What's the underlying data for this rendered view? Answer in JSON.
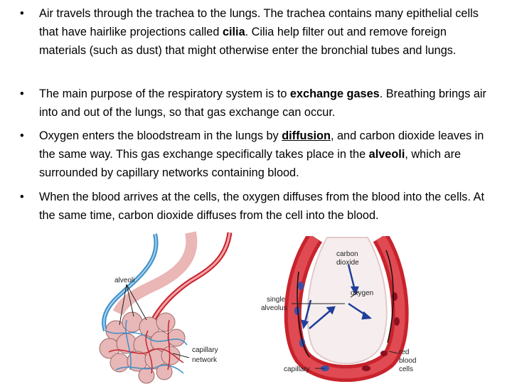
{
  "bullets": [
    {
      "marker": "•",
      "parts": [
        "Air travels through the trachea to the lungs. The trachea contains many epithelial cells that have hairlike projections called ",
        "cilia",
        ". Cilia help filter out and remove foreign materials (such as dust) that might otherwise enter the bronchial tubes and lungs."
      ]
    },
    {
      "marker": "•",
      "parts": [
        "The main purpose of the respiratory system is to ",
        "exchange gases",
        ". Breathing brings air into and out of the lungs, so that gas exchange can occur."
      ]
    },
    {
      "marker": "•",
      "parts": [
        "Oxygen enters the bloodstream in the lungs by ",
        "diffusion",
        ", and carbon dioxide leaves in the same way. This gas exchange specifically takes place in the ",
        "alveoli",
        ", which are surrounded by capillary networks containing blood."
      ]
    },
    {
      "marker": "•",
      "parts": [
        "When the blood arrives at the cells, the oxygen diffuses from the blood into the cells. At the same time, carbon dioxide diffuses from the cell into the blood."
      ]
    }
  ],
  "left_figure": {
    "labels": {
      "alveoli": "alveoli",
      "capillary_1": "capillary",
      "capillary_2": "network"
    }
  },
  "right_figure": {
    "labels": {
      "co2_1": "carbon",
      "co2_2": "dioxide",
      "single_1": "single",
      "single_2": "alveolus",
      "oxygen": "oxygen",
      "rbc_1": "red",
      "rbc_2": "blood",
      "rbc_3": "cells",
      "capillary": "capillary"
    }
  },
  "colors": {
    "vessel_red": "#c8232c",
    "vessel_blue": "#3d8fc9",
    "alveolus_pink": "#e8b7b7",
    "arrow_blue": "#1f3f9a"
  }
}
